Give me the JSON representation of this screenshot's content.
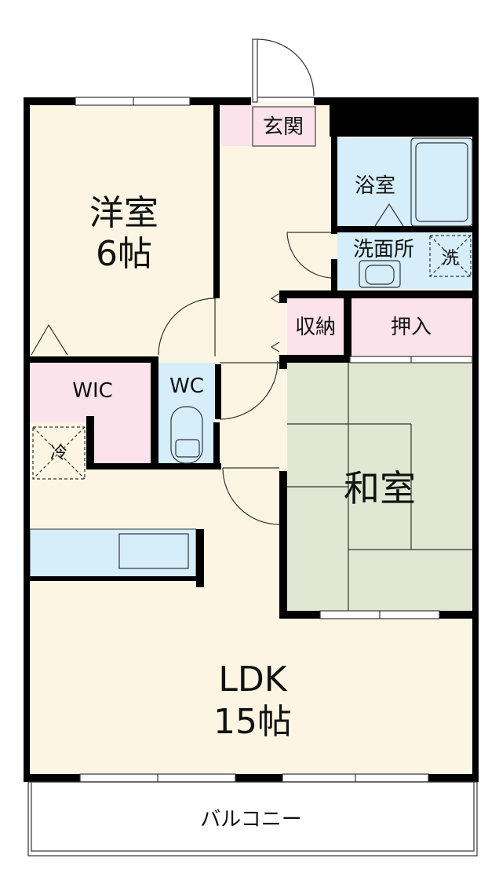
{
  "rooms": {
    "western_room": {
      "name": "洋室",
      "size": "6帖"
    },
    "entrance": "玄関",
    "bath": "浴室",
    "washroom": "洗面所",
    "washer_mark": "洗",
    "storage": "収納",
    "closet": "押入",
    "wic": "WIC",
    "wc": "WC",
    "fridge_mark": "冷",
    "japanese_room": "和室",
    "ldk": {
      "name": "LDK",
      "size": "15帖"
    },
    "balcony": "バルコニー"
  },
  "colors": {
    "wall": "#000000",
    "floor_wood": "#fdf5e3",
    "wet_area": "#d5eefa",
    "storage_pink": "#fbe2eb",
    "tatami": "#e1e7d3",
    "balcony": "#ffffff"
  }
}
